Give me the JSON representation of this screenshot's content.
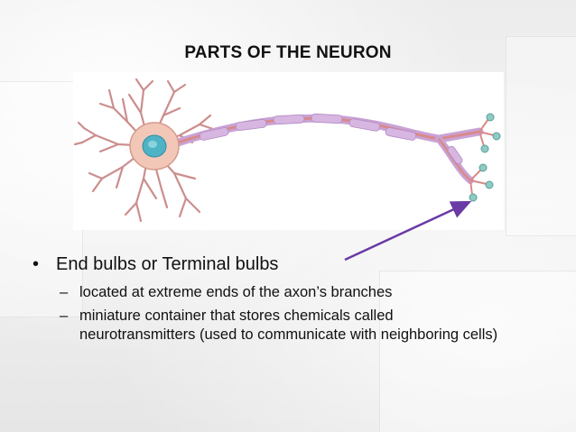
{
  "slide": {
    "title": "PARTS OF THE NEURON",
    "bullet": {
      "marker": "•",
      "text": "End bulbs or Terminal bulbs"
    },
    "sub_bullets": [
      {
        "marker": "–",
        "text": "located at extreme ends of the axon’s branches"
      },
      {
        "marker": "–",
        "text": "miniature container that stores chemicals called neurotransmitters (used to communicate with neighboring cells)"
      }
    ]
  },
  "colors": {
    "arrow": "#6a3aa6",
    "axon": "#d98a8a",
    "myelin": "#c9a3d6",
    "soma": "#f2c7b8",
    "dendrite": "#cc8e8e",
    "nucleus": "#4fb3c6",
    "terminal_bulb": "#8ecbc4"
  },
  "figure": {
    "icons": [
      "neuron-illustration",
      "cell-body-icon",
      "nucleus-icon",
      "axon-icon",
      "myelin-sheath-icon",
      "terminal-bulb-icon"
    ]
  }
}
